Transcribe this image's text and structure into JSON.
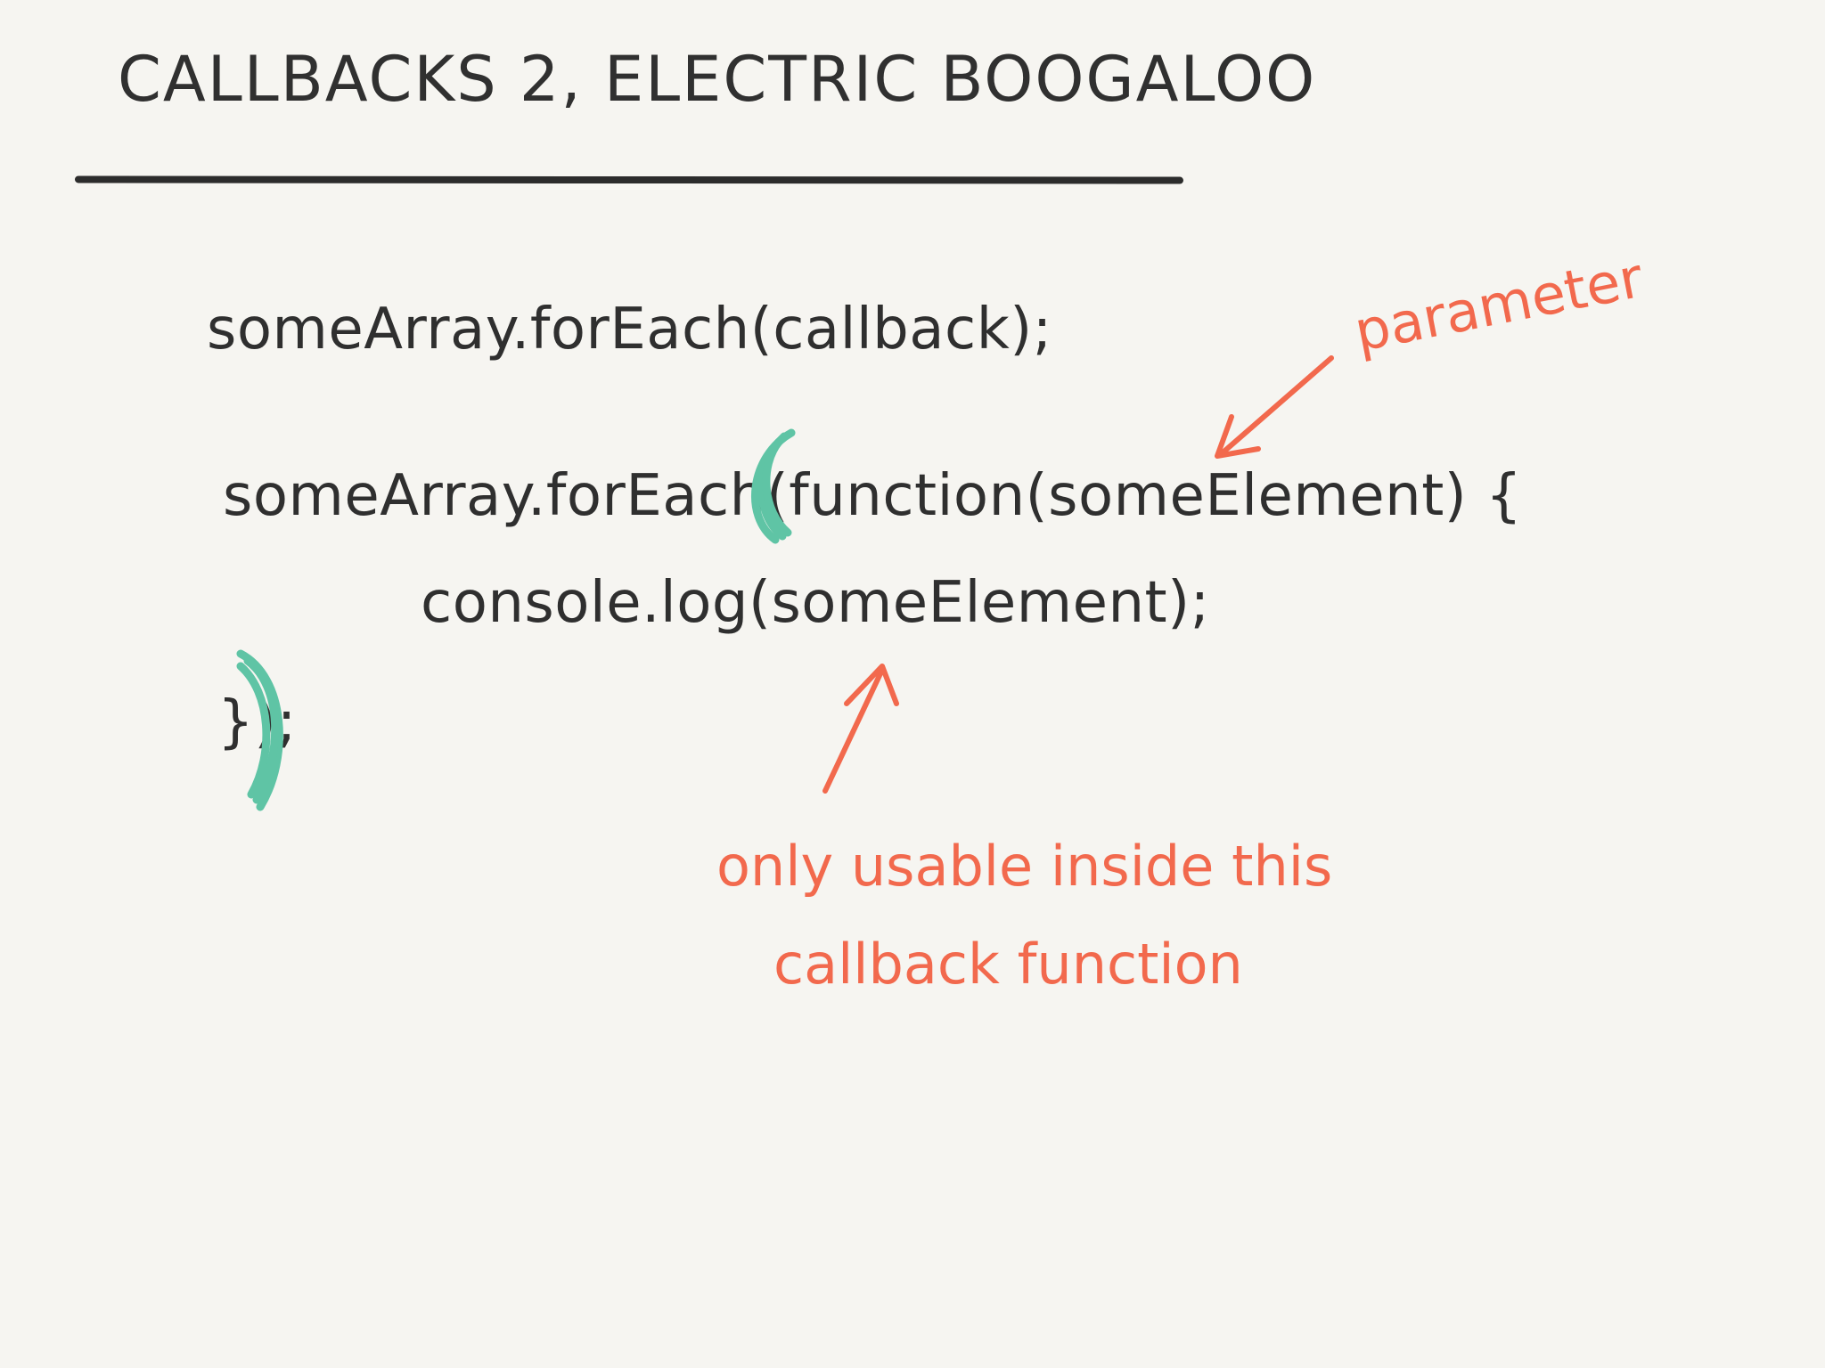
{
  "title": "CALLBACKS 2, ELECTRIC BOOGALOO",
  "code": {
    "line1": "someArray.forEach(callback);",
    "line2": "someArray.forEach(function(someElement) {",
    "line3": "console.log(someElement);",
    "line4": "});"
  },
  "annotations": {
    "parameter": "parameter",
    "scope_line1": "only usable inside this",
    "scope_line2": "callback function"
  },
  "colors": {
    "background": "#f6f5f1",
    "ink": "#2f2f2f",
    "annotation": "#f2694d",
    "highlight": "#5fc4a5"
  },
  "icons": {
    "param_arrow": "arrow-down-left-icon",
    "scope_arrow": "arrow-up-icon",
    "open_paren_highlight": "highlight-paren-icon",
    "close_paren_highlight": "highlight-paren-icon"
  }
}
